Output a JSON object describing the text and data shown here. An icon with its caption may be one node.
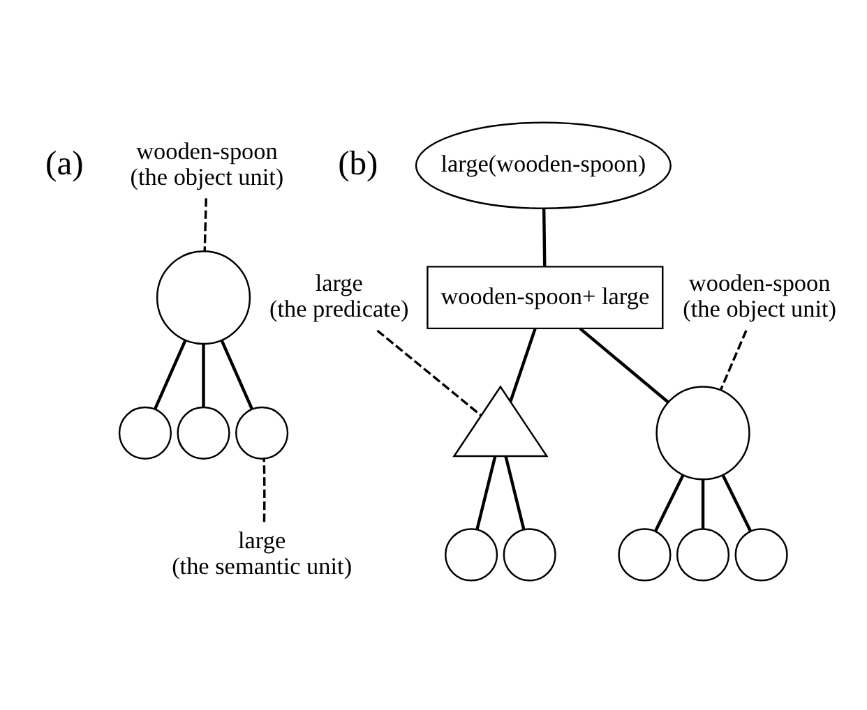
{
  "diagram": {
    "nodes": [
      {
        "text": [
          "wooden-spoon",
          "(the object unit)"
        ]
      },
      {
        "text": [],
        "shape": "circle"
      },
      {
        "text": [],
        "shape": "circle"
      },
      {
        "text": [],
        "shape": "circle"
      },
      {
        "text": [],
        "shape": "circle"
      },
      {
        "text": [
          "large",
          "(the semantic unit)"
        ]
      },
      {
        "text": [
          "large(wooden-spoon)"
        ]
      },
      {
        "text": [
          "wooden-spoon+ large"
        ]
      },
      {
        "text": [
          "large",
          "(the predicate)"
        ]
      },
      {
        "text": [],
        "shape": "triangle"
      },
      {
        "text": [
          "wooden-spoon",
          "(the object unit)"
        ]
      },
      {
        "text": [],
        "shape": "circle"
      },
      {
        "text": [],
        "shape": "circle"
      },
      {
        "text": [],
        "shape": "circle"
      },
      {
        "text": [],
        "shape": "circle"
      },
      {
        "text": [],
        "shape": "circle"
      },
      {
        "text": [],
        "shape": "circle"
      }
    ],
    "edges": [
      {
        "from": 0,
        "to": 1,
        "arrow": "none",
        "style": "dashed"
      },
      {
        "from": 1,
        "to": 2,
        "arrow": "none"
      },
      {
        "from": 1,
        "to": 3,
        "arrow": "none"
      },
      {
        "from": 1,
        "to": 4,
        "arrow": "none"
      },
      {
        "from": 5,
        "to": 4,
        "arrow": "none",
        "style": "dashed"
      },
      {
        "from": 6,
        "to": 7,
        "arrow": "none"
      },
      {
        "from": 7,
        "to": 9,
        "arrow": "none"
      },
      {
        "from": 7,
        "to": 11,
        "arrow": "none"
      },
      {
        "from": 8,
        "to": 9,
        "arrow": "none",
        "style": "dashed"
      },
      {
        "from": 10,
        "to": 11,
        "arrow": "none",
        "style": "dashed"
      },
      {
        "from": 9,
        "to": 12,
        "arrow": "none"
      },
      {
        "from": 9,
        "to": 13,
        "arrow": "none"
      },
      {
        "from": 11,
        "to": 14,
        "arrow": "none"
      },
      {
        "from": 11,
        "to": 15,
        "arrow": "none"
      },
      {
        "from": 11,
        "to": 16,
        "arrow": "none"
      }
    ],
    "labels": [
      "(a)",
      "(b)"
    ]
  }
}
